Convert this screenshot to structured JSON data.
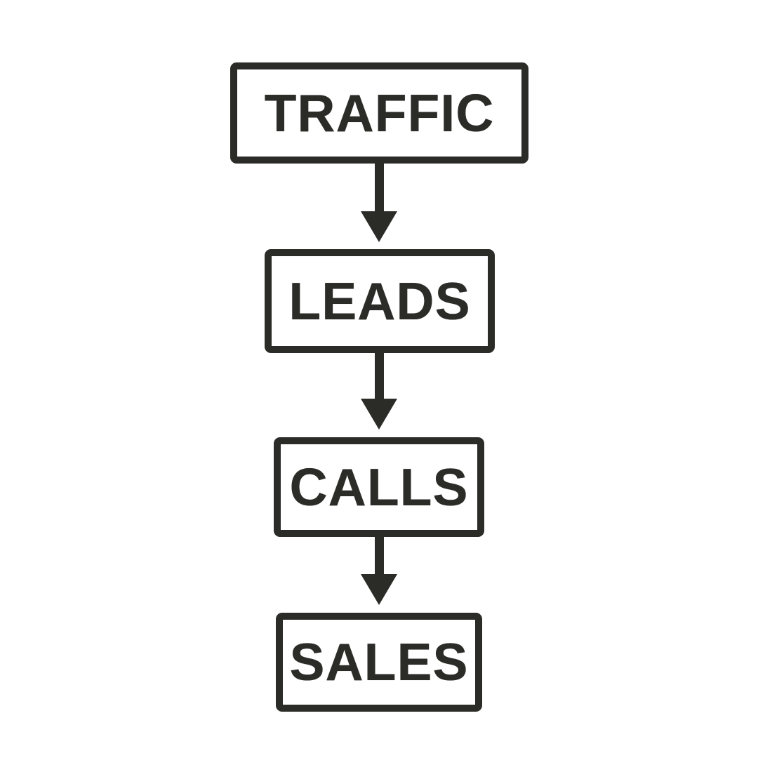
{
  "canvas": {
    "background_color": "#ffffff",
    "ink_color": "#2b2c28"
  },
  "diagram": {
    "type": "flowchart",
    "direction": "top-to-bottom",
    "nodes": [
      {
        "id": "traffic",
        "label": "TRAFFIC",
        "shape": "rectangle-outline"
      },
      {
        "id": "leads",
        "label": "LEADS",
        "shape": "rectangle-outline"
      },
      {
        "id": "calls",
        "label": "CALLS",
        "shape": "rectangle-outline"
      },
      {
        "id": "sales",
        "label": "SALES",
        "shape": "rectangle-outline"
      }
    ],
    "edges": [
      {
        "from": "traffic",
        "to": "leads",
        "style": "solid-arrow-down"
      },
      {
        "from": "leads",
        "to": "calls",
        "style": "solid-arrow-down"
      },
      {
        "from": "calls",
        "to": "sales",
        "style": "solid-arrow-down"
      }
    ]
  }
}
